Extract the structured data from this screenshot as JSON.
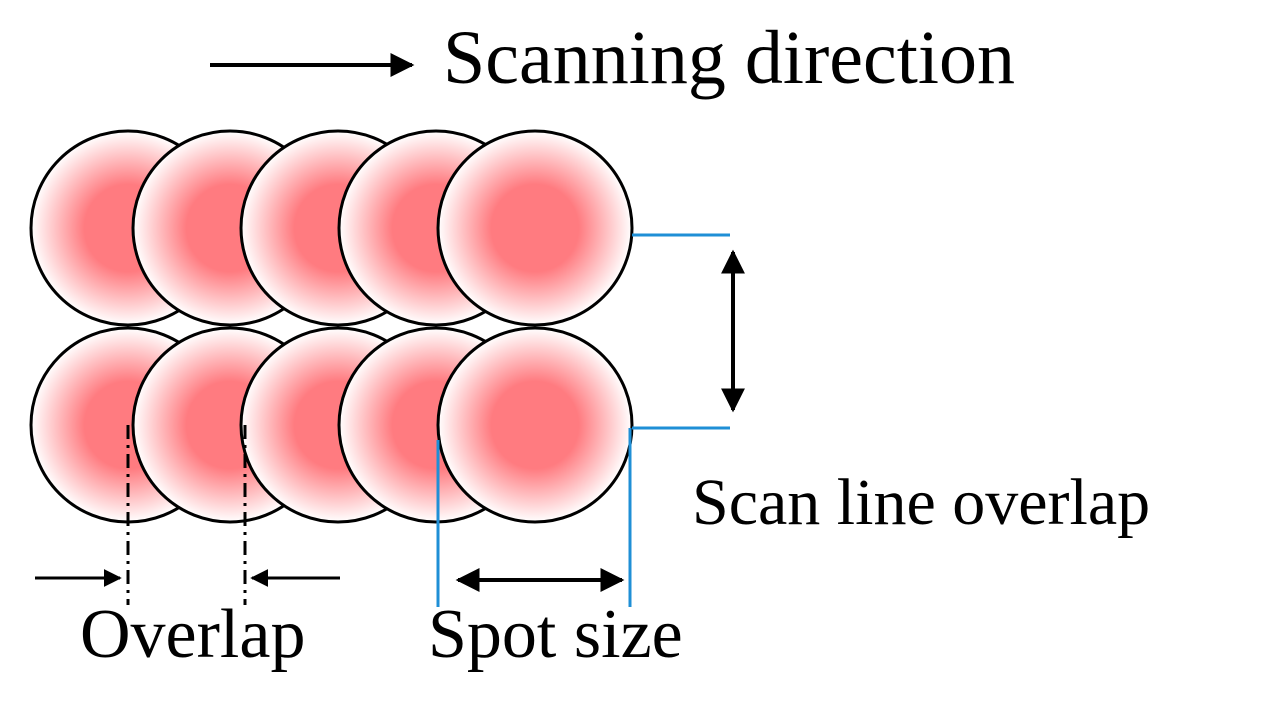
{
  "labels": {
    "scanning_direction": "Scanning direction",
    "scan_line_overlap": "Scan line overlap",
    "overlap": "Overlap",
    "spot_size": "Spot size"
  },
  "colors": {
    "spot_center": "#ff7b80",
    "spot_edge": "#ffffff",
    "spot_outline": "#000000",
    "dimension_line": "#1f8fd6",
    "arrow": "#000000"
  },
  "grid": {
    "rows": 2,
    "spots_per_row": 5
  }
}
